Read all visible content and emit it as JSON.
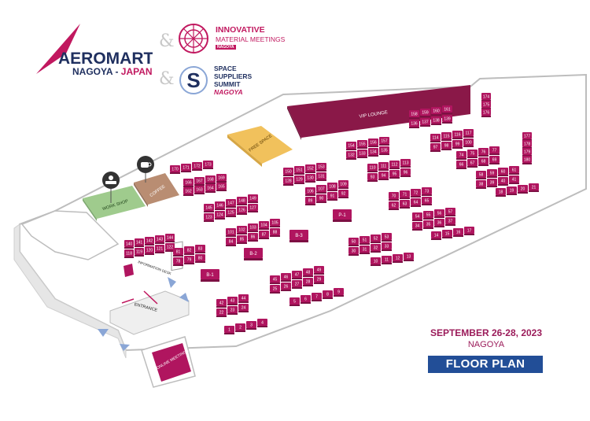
{
  "brand": {
    "aeromart": "AEROMART",
    "aeromart_city": "NAGOYA",
    "aeromart_country": "JAPAN",
    "imm_line1": "INNOVATIVE",
    "imm_line2": "MATERIAL MEETINGS",
    "imm_line3": "NAGOYA",
    "sss_line1": "SPACE",
    "sss_line2": "SUPPLIERS",
    "sss_line3": "SUMMIT",
    "sss_line4": "NAGOYA",
    "ampersand": "&",
    "colors": {
      "magenta": "#b0155f",
      "navy": "#1f2f5f",
      "wine": "#8a1848",
      "gold": "#f1c15c",
      "green": "#9fcb8d",
      "brown": "#b98d72"
    }
  },
  "event": {
    "dates": "SEPTEMBER 26-28, 2023",
    "city": "NAGOYA",
    "title": "FLOOR PLAN"
  },
  "zones": {
    "vip": "VIP LOUNGE",
    "free": "FREE SPACE",
    "workshop": "WORK SHOP",
    "coffee": "COFFEE",
    "info": "INFORMATION DESK",
    "entrance": "ENTRANCE",
    "online": "ONLINE MEETINGS",
    "icons": [
      "meeting-icon",
      "coffee-cup-icon"
    ]
  },
  "booth_rows": [
    [
      "170",
      "171",
      "172",
      "173"
    ],
    [
      "166",
      "167",
      "168",
      "169"
    ],
    [
      "162",
      "163",
      "164",
      "165"
    ],
    [
      "145",
      "146",
      "147",
      "148",
      "149"
    ],
    [
      "123",
      "124",
      "125",
      "126",
      "127"
    ],
    [
      "150",
      "151",
      "152",
      "153"
    ],
    [
      "128",
      "129",
      "130",
      "131"
    ],
    [
      "154",
      "155",
      "156",
      "157"
    ],
    [
      "132",
      "133",
      "134",
      "135"
    ],
    [
      "158",
      "159",
      "160",
      "161"
    ],
    [
      "136",
      "137",
      "138",
      "139"
    ],
    [
      "140",
      "141",
      "142",
      "143",
      "144"
    ],
    [
      "118",
      "119",
      "120",
      "121",
      "122"
    ],
    [
      "101",
      "102",
      "103",
      "104",
      "105"
    ],
    [
      "84",
      "85",
      "86",
      "87",
      "88"
    ],
    [
      "106",
      "107",
      "108",
      "109"
    ],
    [
      "89",
      "90",
      "91",
      "92"
    ],
    [
      "110",
      "111",
      "112",
      "113"
    ],
    [
      "93",
      "94",
      "95",
      "96"
    ],
    [
      "114",
      "115",
      "116",
      "117"
    ],
    [
      "97",
      "98",
      "99",
      "100"
    ],
    [
      "81",
      "82",
      "83"
    ],
    [
      "78",
      "79",
      "80"
    ],
    [
      "70",
      "71",
      "72",
      "73"
    ],
    [
      "62",
      "63",
      "64",
      "65"
    ],
    [
      "74",
      "75",
      "76",
      "77"
    ],
    [
      "66",
      "67",
      "68",
      "69"
    ],
    [
      "54",
      "55",
      "56",
      "57"
    ],
    [
      "34",
      "35",
      "36",
      "37"
    ],
    [
      "58",
      "59",
      "60",
      "61"
    ],
    [
      "38",
      "39",
      "40",
      "41"
    ],
    [
      "18",
      "19",
      "20",
      "21"
    ],
    [
      "45",
      "46",
      "47",
      "48",
      "49"
    ],
    [
      "25",
      "26",
      "27",
      "28",
      "29"
    ],
    [
      "50",
      "51",
      "52",
      "53"
    ],
    [
      "30",
      "31",
      "32",
      "33"
    ],
    [
      "14",
      "15",
      "16",
      "17"
    ],
    [
      "42",
      "43",
      "44"
    ],
    [
      "22",
      "23",
      "24"
    ],
    [
      "10",
      "11",
      "12",
      "13"
    ],
    [
      "5",
      "6",
      "7",
      "8",
      "9"
    ],
    [
      "1",
      "2",
      "3",
      "4"
    ],
    [
      "174",
      "175",
      "176"
    ],
    [
      "177",
      "178",
      "179",
      "180"
    ]
  ],
  "singles": [
    "B-1",
    "B-2",
    "B-3",
    "P-1"
  ]
}
